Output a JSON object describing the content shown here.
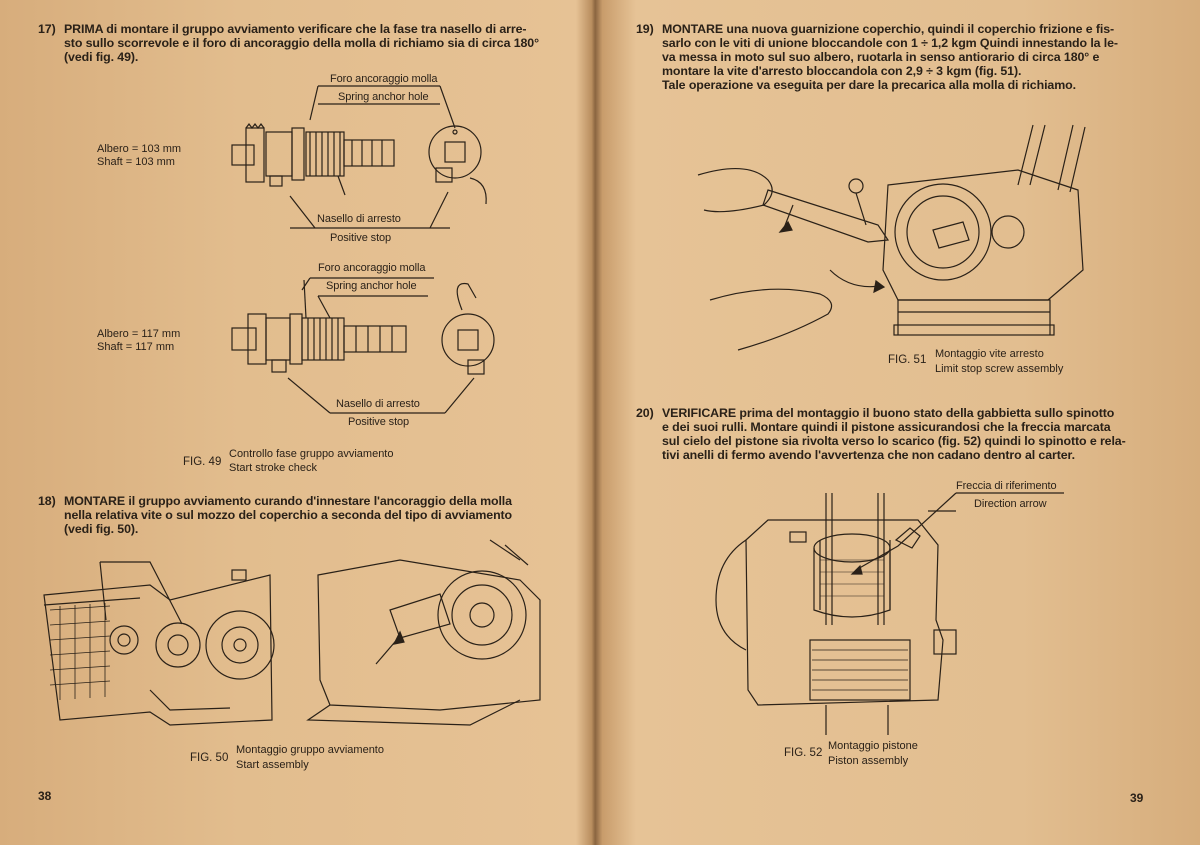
{
  "left_page": {
    "page_number": "38",
    "step17": {
      "number": "17)",
      "lines": [
        "PRIMA di montare il gruppo avviamento verificare che la fase tra nasello di arre-",
        "sto sullo scorrevole e il foro di ancoraggio della molla di richiamo sia di circa 180°",
        "(vedi fig. 49)."
      ]
    },
    "fig49_top": {
      "spring_anchor_it": "Foro ancoraggio molla",
      "spring_anchor_en": "Spring anchor hole",
      "shaft_it": "Albero = 103 mm",
      "shaft_en": "Shaft = 103 mm",
      "stop_it": "Nasello di arresto",
      "stop_en": "Positive stop"
    },
    "fig49_bottom": {
      "spring_anchor_it": "Foro ancoraggio molla",
      "spring_anchor_en": "Spring anchor hole",
      "shaft_it": "Albero = 117 mm",
      "shaft_en": "Shaft = 117 mm",
      "stop_it": "Nasello di arresto",
      "stop_en": "Positive stop"
    },
    "fig49_caption": {
      "num": "FIG. 49",
      "it": "Controllo fase gruppo avviamento",
      "en": "Start stroke check"
    },
    "step18": {
      "number": "18)",
      "lines": [
        "MONTARE il gruppo avviamento curando d'innestare l'ancoraggio della molla",
        "nella relativa vite o sul mozzo del coperchio a seconda del tipo di avviamento",
        "(vedi fig. 50)."
      ]
    },
    "fig50_caption": {
      "num": "FIG. 50",
      "it": "Montaggio gruppo avviamento",
      "en": "Start assembly"
    }
  },
  "right_page": {
    "page_number": "39",
    "step19": {
      "number": "19)",
      "lines": [
        "MONTARE una nuova guarnizione coperchio, quindi il coperchio frizione e fis-",
        "sarlo con le viti di unione bloccandole con 1 ÷ 1,2 kgm Quindi innestando la le-",
        "va messa in moto sul suo albero, ruotarla in senso antiorario di circa 180° e",
        "montare la vite d'arresto bloccandola con 2,9 ÷ 3 kgm (fig. 51).",
        "Tale operazione va eseguita per dare la precarica alla molla di richiamo."
      ]
    },
    "fig51_caption": {
      "num": "FIG. 51",
      "it": "Montaggio vite arresto",
      "en": "Limit stop screw assembly"
    },
    "step20": {
      "number": "20)",
      "lines": [
        "VERIFICARE prima del montaggio il buono stato della gabbietta sullo spinotto",
        "e dei suoi rulli. Montare quindi il pistone assicurandosi che la freccia marcata",
        "sul cielo del pistone sia rivolta verso lo scarico (fig. 52) quindi lo spinotto e rela-",
        "tivi anelli di fermo avendo l'avvertenza che non cadano dentro al carter."
      ]
    },
    "fig52_labels": {
      "arrow_it": "Freccia di riferimento",
      "arrow_en": "Direction arrow"
    },
    "fig52_caption": {
      "num": "FIG. 52",
      "it": "Montaggio pistone",
      "en": "Piston assembly"
    }
  }
}
